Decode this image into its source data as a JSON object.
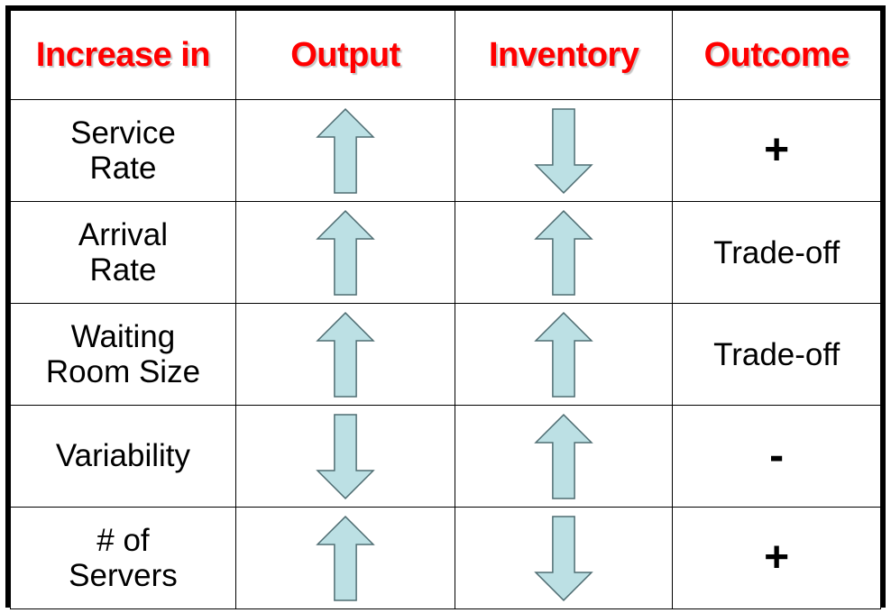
{
  "table": {
    "columns": [
      {
        "key": "factor",
        "label": "Increase in",
        "name": "column-header-increase-in"
      },
      {
        "key": "output",
        "label": "Output",
        "name": "column-header-output"
      },
      {
        "key": "inventory",
        "label": "Inventory",
        "name": "column-header-inventory"
      },
      {
        "key": "outcome",
        "label": "Outcome",
        "name": "column-header-outcome"
      }
    ],
    "header_color": "#FF0000",
    "arrow_fill": "#BCE0E4",
    "arrow_stroke": "#4F6D72",
    "border_color": "#000000",
    "rows": [
      {
        "factor_line1": "Service",
        "factor_line2": "Rate",
        "output": "up-arrow",
        "inventory": "down-arrow",
        "outcome": "+"
      },
      {
        "factor_line1": "Arrival",
        "factor_line2": "Rate",
        "output": "up-arrow",
        "inventory": "up-arrow",
        "outcome": "Trade-off"
      },
      {
        "factor_line1": "Waiting",
        "factor_line2": "Room Size",
        "output": "up-arrow",
        "inventory": "up-arrow",
        "outcome": "Trade-off"
      },
      {
        "factor_line1": "Variability",
        "factor_line2": "",
        "output": "down-arrow",
        "inventory": "up-arrow",
        "outcome": "-"
      },
      {
        "factor_line1": "# of",
        "factor_line2": "Servers",
        "output": "up-arrow",
        "inventory": "down-arrow",
        "outcome": "+"
      }
    ]
  }
}
